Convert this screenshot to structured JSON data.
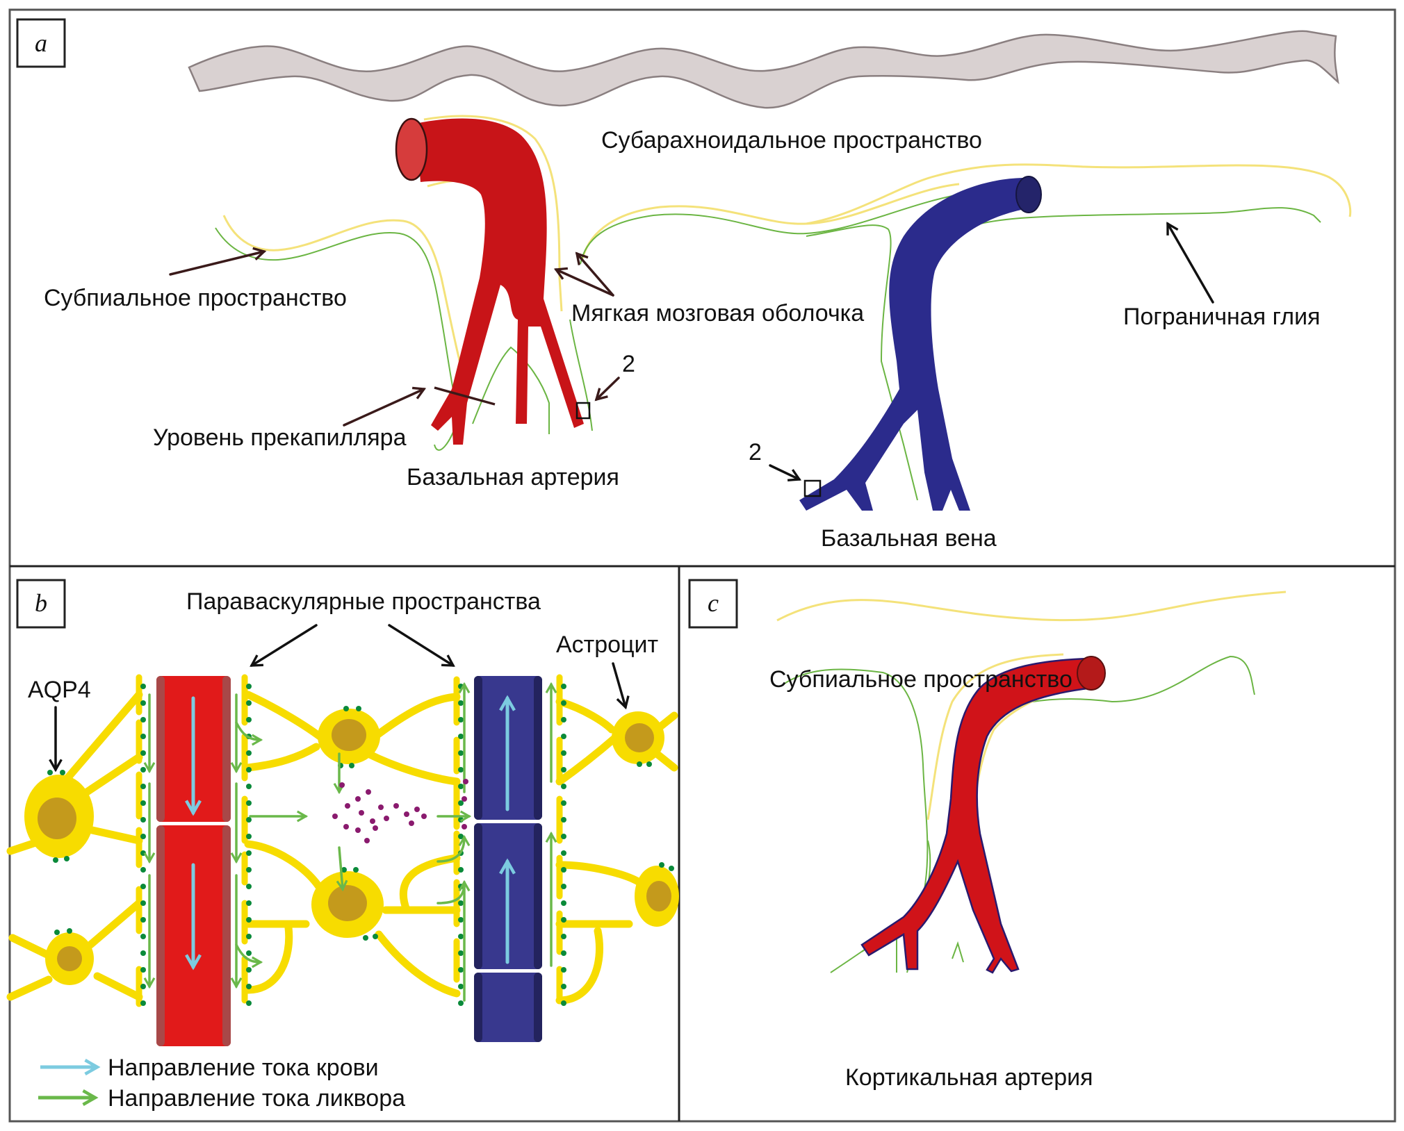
{
  "figure": {
    "panels": [
      {
        "id": "a",
        "letter": "a",
        "labels": {
          "subarachnoid_space": "Субарахноидальное пространство",
          "subpial_space": "Субпиальное пространство",
          "pia_mater": "Мягкая мозговая оболочка",
          "glia_limitans": "Пограничная глия",
          "precapillary_level": "Уровень прекапилляра",
          "basal_artery": "Базальная артерия",
          "basal_vein": "Базальная вена",
          "marker_artery": "2",
          "marker_vein": "2"
        }
      },
      {
        "id": "b",
        "letter": "b",
        "labels": {
          "paravascular_spaces": "Паравaскулярные пространства",
          "astrocyte": "Астроцит",
          "aqp4": "AQP4"
        },
        "legend": [
          {
            "label": "Направление тока крови",
            "color": "#7ccbe0"
          },
          {
            "label": "Направление тока ликвора",
            "color": "#6ab84a"
          }
        ]
      },
      {
        "id": "c",
        "letter": "c",
        "labels": {
          "subpial_space": "Субпиальное пространство",
          "cortical_artery": "Кортикальная артерия"
        }
      }
    ],
    "colors": {
      "artery": "#c81418",
      "artery_b": "#e11a1a",
      "vein": "#2b2b8c",
      "astrocyte": "#f7dc00",
      "nucleus": "#c49a1c",
      "aqp4_dots": "#0a8a3a",
      "solute_dots": "#8a1a6e",
      "pia": "#f4e27a",
      "glia": "#6bb543",
      "membrane": "#d9d1d1"
    }
  }
}
